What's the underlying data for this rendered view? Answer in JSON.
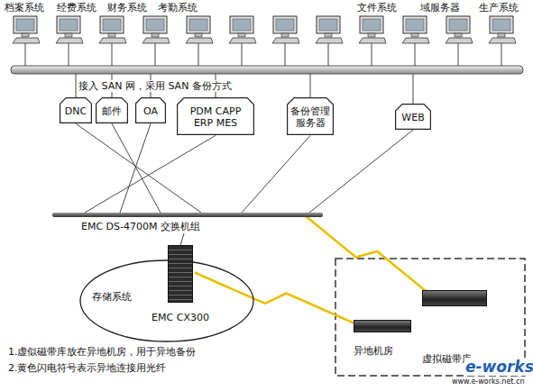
{
  "diagram": {
    "nodes": [
      {
        "text": [
          "DNC"
        ]
      },
      {
        "text": [
          "邮件"
        ]
      },
      {
        "text": [
          "OA"
        ]
      },
      {
        "text": [
          "PDM CAPP ERP MES"
        ]
      },
      {
        "text": [
          "备份管理服务器"
        ]
      },
      {
        "text": [
          "WEB"
        ]
      },
      {
        "text": [
          "EMC DS-4700M 交换机组"
        ]
      },
      {
        "text": [
          "存储系统"
        ]
      },
      {
        "text": [
          "EMC CX300"
        ],
        "in": 7
      },
      {
        "text": [
          "异地机房"
        ]
      },
      {
        "text": [
          "虚拟磁带库"
        ]
      }
    ],
    "edges": [
      {
        "from": 0,
        "to": 6,
        "arrow": "none"
      },
      {
        "from": 1,
        "to": 6,
        "arrow": "none"
      },
      {
        "from": 2,
        "to": 6,
        "arrow": "none"
      },
      {
        "from": 3,
        "to": 6,
        "arrow": "none"
      },
      {
        "from": 4,
        "to": 6,
        "arrow": "none"
      },
      {
        "from": 5,
        "to": 6,
        "arrow": "none"
      },
      {
        "from": 6,
        "to": 8,
        "arrow": "none"
      },
      {
        "from": 6,
        "to": 10,
        "arrow": "none"
      },
      {
        "from": 8,
        "to": 9,
        "arrow": "none"
      }
    ],
    "labels": [
      "档案系统",
      "经费系统",
      "财务系统",
      "考勤系统",
      "文件系统",
      "域服务器",
      "生产系统",
      "接入 SAN 网，采用 SAN 备份方式",
      "1.虚似磁带库放在异地机房，用于异地备份",
      "2.黄色闪电符号表示异地连接用光纤",
      "e-works",
      "www.e-works.net.cn"
    ]
  }
}
